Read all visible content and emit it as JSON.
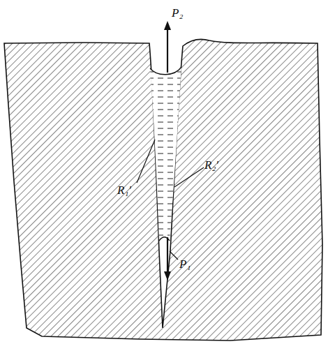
{
  "diagram": {
    "labels": [
      "P₂",
      "R₁′",
      "R₂′",
      "P₁"
    ]
  }
}
